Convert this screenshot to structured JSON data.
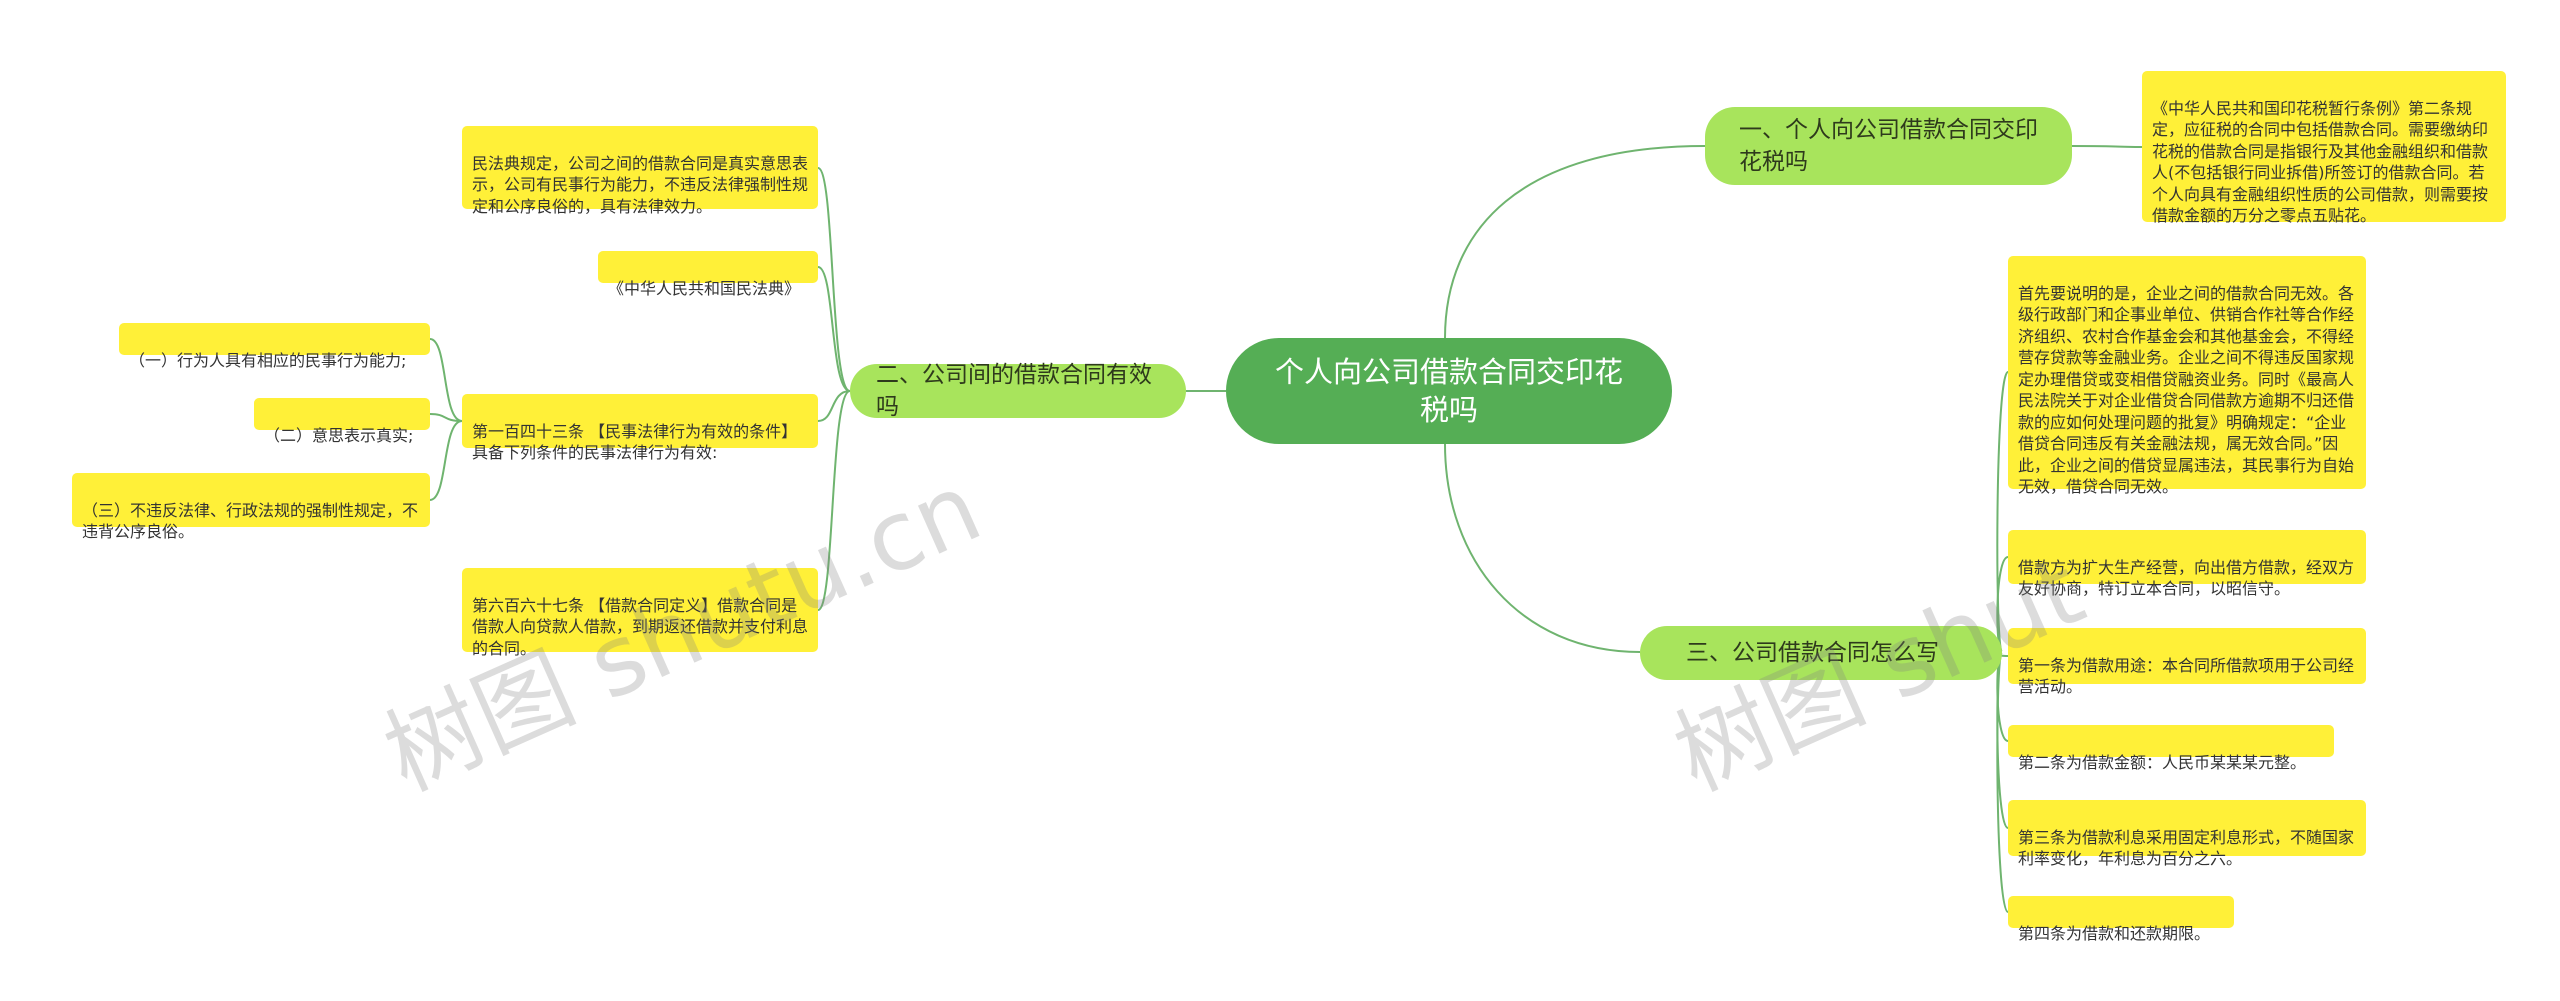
{
  "root": {
    "title": "个人向公司借款合同交印花税吗"
  },
  "branches": {
    "b1": {
      "label": "一、个人向公司借款合同交印花税吗"
    },
    "b2": {
      "label": "二、公司间的借款合同有效吗"
    },
    "b3": {
      "label": "三、公司借款合同怎么写"
    }
  },
  "leaves": {
    "b1_1": "《中华人民共和国印花税暂行条例》第二条规定，应征税的合同中包括借款合同。需要缴纳印花税的借款合同是指银行及其他金融组织和借款人(不包括银行同业拆借)所签订的借款合同。若个人向具有金融组织性质的公司借款，则需要按借款金额的万分之零点五贴花。",
    "b2_1": "民法典规定，公司之间的借款合同是真实意思表示，公司有民事行为能力，不违反法律强制性规定和公序良俗的，具有法律效力。",
    "b2_2": "《中华人民共和国民法典》",
    "b2_3": "第一百四十三条 【民事法律行为有效的条件】具备下列条件的民事法律行为有效:",
    "b2_3_1": "（一）行为人具有相应的民事行为能力;",
    "b2_3_2": "（二）意思表示真实;",
    "b2_3_3": "（三）不违反法律、行政法规的强制性规定，不违背公序良俗。",
    "b2_4": "第六百六十七条 【借款合同定义】借款合同是借款人向贷款人借款，到期返还借款并支付利息的合同。",
    "b3_1": "首先要说明的是，企业之间的借款合同无效。各级行政部门和企事业单位、供销合作社等合作经济组织、农村合作基金会和其他基金会，不得经营存贷款等金融业务。企业之间不得违反国家规定办理借贷或变相借贷融资业务。同时《最高人民法院关于对企业借贷合同借款方逾期不归还借款的应如何处理问题的批复》明确规定：“企业借贷合同违反有关金融法规，属无效合同。”因此，企业之间的借贷显属违法，其民事行为自始无效，借贷合同无效。",
    "b3_2": "借款方为扩大生产经营，向出借方借款，经双方友好协商，特订立本合同，以昭信守。",
    "b3_3": "第一条为借款用途：本合同所借款项用于公司经营活动。",
    "b3_4": "第二条为借款金额：人民币某某某元整。",
    "b3_5": "第三条为借款利息采用固定利息形式，不随国家利率变化，年利息为百分之六。",
    "b3_6": "第四条为借款和还款期限。"
  },
  "watermarks": {
    "left": "树图 shutu.cn",
    "right": "树图 shut"
  },
  "colors": {
    "root": "#55ae55",
    "branch": "#a8e45c",
    "leaf": "#fff038",
    "line": "#6fb46f"
  }
}
